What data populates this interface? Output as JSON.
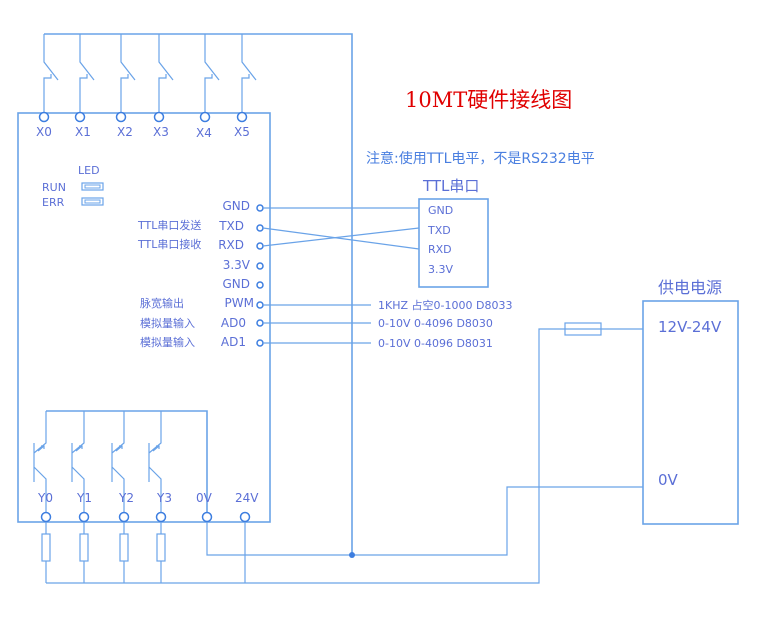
{
  "title": "10MT硬件接线图",
  "note": "注意:使用TTL电平，不是RS232电平",
  "colors": {
    "wire": "#6aa3e8",
    "terminal": "#3d7ee0",
    "text": "#5b6fd6",
    "title": "#e00000"
  },
  "inputs": [
    "X0",
    "X1",
    "X2",
    "X3",
    "X4",
    "X5"
  ],
  "led": {
    "title": "LED",
    "run": "RUN",
    "err": "ERR"
  },
  "pins": [
    {
      "name": "GND",
      "desc": ""
    },
    {
      "name": "TXD",
      "desc": "TTL串口发送"
    },
    {
      "name": "RXD",
      "desc": "TTL串口接收"
    },
    {
      "name": "3.3V",
      "desc": ""
    },
    {
      "name": "GND",
      "desc": ""
    },
    {
      "name": "PWM",
      "desc": "脉宽输出"
    },
    {
      "name": "AD0",
      "desc": "模拟量输入"
    },
    {
      "name": "AD1",
      "desc": "模拟量输入"
    }
  ],
  "ttl_port": {
    "title": "TTL串口",
    "pins": [
      "GND",
      "TXD",
      "RXD",
      "3.3V"
    ]
  },
  "signal_specs": {
    "pwm": "1KHZ 占空0-1000 D8033",
    "ad0": "0-10V 0-4096 D8030",
    "ad1": "0-10V 0-4096 D8031"
  },
  "outputs": [
    "Y0",
    "Y1",
    "Y2",
    "Y3",
    "0V",
    "24V"
  ],
  "power_supply": {
    "title": "供电电源",
    "positive": "12V-24V",
    "negative": "0V"
  }
}
